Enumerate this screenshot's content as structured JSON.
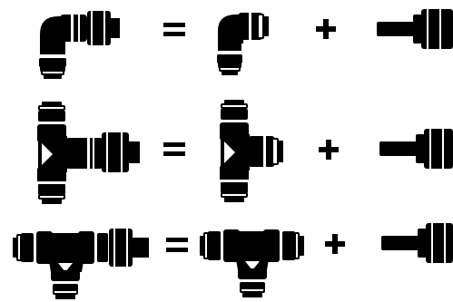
{
  "colors": {
    "ink": "#000000",
    "paper": "#ffffff"
  },
  "rows": [
    {
      "assembly": "elbow-fitting-with-threaded-stem",
      "equals_symbol": "=",
      "part": "elbow-fitting",
      "plus_symbol": "+",
      "adapter": "threaded-stem-adapter"
    },
    {
      "assembly": "tee-fitting-with-threaded-stem-branch",
      "equals_symbol": "=",
      "part": "tee-fitting",
      "plus_symbol": "+",
      "adapter": "threaded-stem-adapter"
    },
    {
      "assembly": "branch-tee-fitting-with-threaded-stem",
      "equals_symbol": "=",
      "part": "branch-tee-fitting",
      "plus_symbol": "+",
      "adapter": "threaded-stem-adapter"
    }
  ]
}
